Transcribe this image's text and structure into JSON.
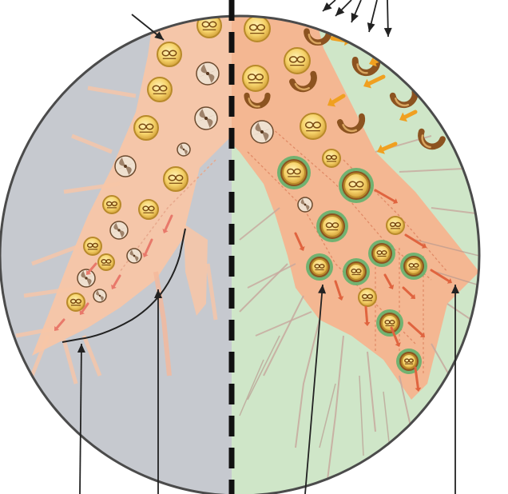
{
  "diagram": {
    "panels": [
      {
        "side": "left",
        "background": "#c6c9cf",
        "tissue": "#f8c6a6"
      },
      {
        "side": "right",
        "background": "#cfe6c8",
        "tissue": "#f6b48f"
      }
    ],
    "colors": {
      "circle_outline": "#4b4b4b",
      "divider": "#111111",
      "cell_fill": "#f6d36b",
      "cell_ring": "#b88a2a",
      "cell_eyes": "#7a4a12",
      "horseshoe": "#8c5320",
      "horseshoe_shine": "#d9a55f",
      "green_halo": "#59b26b",
      "small_arrow_left": "#e8786a",
      "small_arrow_right": "#e0643f",
      "orange_arrow": "#f0a020",
      "pointer": "#222222"
    },
    "icons": [
      "round-cell-icon",
      "fan-particle-icon",
      "horseshoe-particle-icon",
      "orange-arrow-icon",
      "pointer-arrow"
    ],
    "labels": []
  }
}
